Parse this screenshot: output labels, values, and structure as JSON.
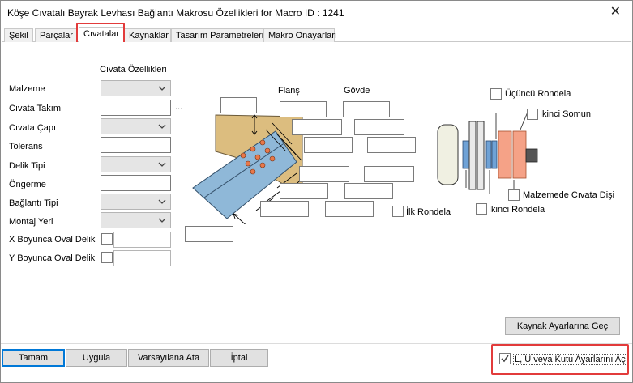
{
  "window": {
    "title": "Köşe Cıvatalı Bayrak Levhası Bağlantı Makrosu Özellikleri for Macro ID : 1241",
    "close_glyph": "✕"
  },
  "tabs": [
    {
      "label": "Şekil"
    },
    {
      "label": "Parçalar"
    },
    {
      "label": "Cıvatalar"
    },
    {
      "label": "Kaynaklar"
    },
    {
      "label": "Tasarım Parametreleri"
    },
    {
      "label": "Makro Onayarları"
    }
  ],
  "bolt_props": {
    "header": "Cıvata Özellikleri",
    "fields": [
      {
        "label": "Malzeme"
      },
      {
        "label": "Cıvata Takımı",
        "ellipsis": "..."
      },
      {
        "label": "Cıvata Çapı"
      },
      {
        "label": "Tolerans"
      },
      {
        "label": "Delik Tipi"
      },
      {
        "label": "Öngerme"
      },
      {
        "label": "Bağlantı Tipi"
      },
      {
        "label": "Montaj Yeri"
      },
      {
        "label": "X Boyunca Oval Delik"
      },
      {
        "label": "Y Boyunca Oval Delik"
      }
    ]
  },
  "diagram": {
    "flange_label": "Flanş",
    "web_label": "Gövde"
  },
  "bolt_assembly": {
    "third_washer": "Üçüncü Rondela",
    "second_nut": "İkinci Somun",
    "first_washer": "İlk Rondela",
    "second_washer": "İkinci Rondela",
    "thread_in_material": "Malzemede Cıvata Dişi"
  },
  "buttons": {
    "weld_settings": "Kaynak Ayarlarına Geç",
    "ok": "Tamam",
    "apply": "Uygula",
    "set_default": "Varsayılana Ata",
    "cancel": "İptal"
  },
  "footer_checkbox": {
    "label": "L, U veya Kutu Ayarlarını Aç",
    "checked": true
  },
  "colors": {
    "highlight": "#e23b3b",
    "plate": "#dcbd7f",
    "beam": "#8fb8d8",
    "bolt": "#e8784a",
    "washer_blue": "#6fa2d6",
    "nut": "#f5a287"
  }
}
